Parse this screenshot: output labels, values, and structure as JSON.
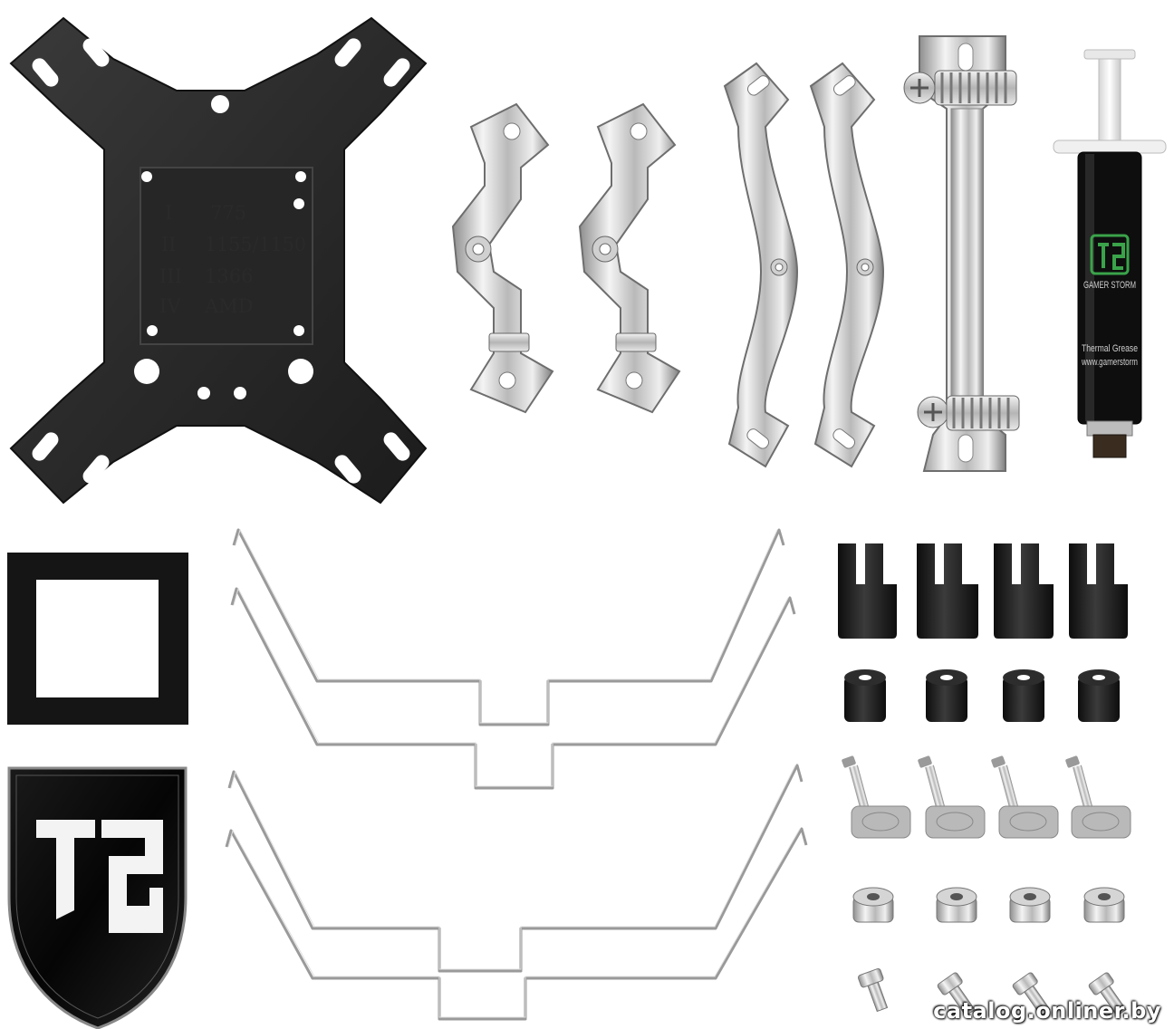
{
  "backplate": {
    "labels": [
      {
        "numeral": "I",
        "socket": "775"
      },
      {
        "numeral": "II",
        "socket": "1155/1150"
      },
      {
        "numeral": "III",
        "socket": "1366"
      },
      {
        "numeral": "IV",
        "socket": "AMD"
      }
    ]
  },
  "thermal_grease": {
    "brand_text": "GAMER STORM",
    "label_text": "Thermal Grease",
    "url_text": "www.gamerstorm"
  },
  "watermark": "catalog.onliner.by",
  "colors": {
    "background": "#ffffff",
    "plate": "#2b2b2b",
    "steel": "#d8d8d8",
    "foam": "#151515",
    "brand_green": "#3aa34a"
  },
  "icons": {
    "logo_badge": "gamer-storm-shield-icon",
    "syringe_logo": "gamer-storm-logo-icon"
  }
}
